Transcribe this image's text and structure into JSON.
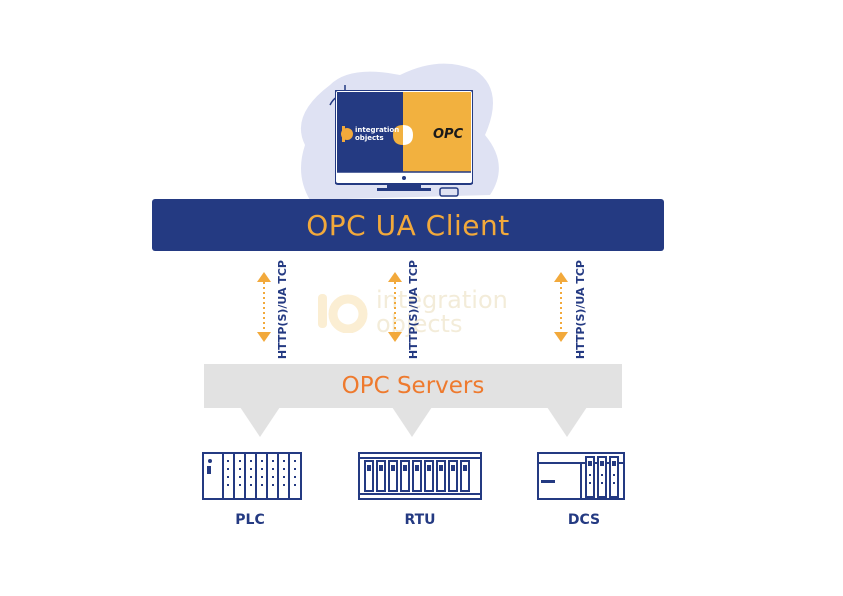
{
  "client": {
    "title": "OPC UA Client"
  },
  "servers": {
    "title": "OPC Servers"
  },
  "connections": [
    {
      "protocol": "HTTP(S)/UA TCP"
    },
    {
      "protocol": "HTTP(S)/UA TCP"
    },
    {
      "protocol": "HTTP(S)/UA TCP"
    }
  ],
  "devices": [
    {
      "label": "PLC"
    },
    {
      "label": "RTU"
    },
    {
      "label": "DCS"
    }
  ],
  "monitor": {
    "left_logo_text_1": "integration",
    "left_logo_text_2": "objects",
    "right_logo_text": "OPC"
  },
  "watermark": {
    "line1": "integration",
    "line2": "objects"
  },
  "colors": {
    "navy": "#243a82",
    "orange": "#f2a93b",
    "server_orange": "#ee7a2e",
    "gray": "#e2e2e2",
    "blob": "#d9ddf0"
  }
}
